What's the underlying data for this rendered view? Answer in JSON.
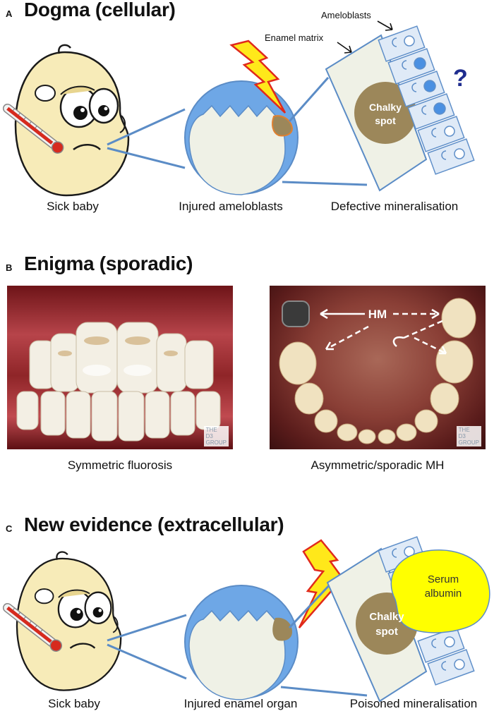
{
  "panel_a": {
    "label": "A",
    "title": "Dogma (cellular)",
    "captions": {
      "left": "Sick baby",
      "middle": "Injured ameloblasts",
      "right": "Defective mineralisation"
    },
    "annotations": {
      "ameloblasts": "Ameloblasts",
      "enamel_matrix": "Enamel matrix",
      "question": "?"
    },
    "spot_line1": "Chalky",
    "spot_line2": "spot"
  },
  "panel_b": {
    "label": "B",
    "title": "Enigma (sporadic)",
    "captions": {
      "left": "Symmetric fluorosis",
      "right": "Asymmetric/sporadic MH"
    },
    "photo_label": "HM",
    "watermark": {
      "line1": "THE",
      "line2": "D3",
      "line3": "GROUP"
    }
  },
  "panel_c": {
    "label": "C",
    "title": "New evidence (extracellular)",
    "captions": {
      "left": "Sick baby",
      "middle": "Injured enamel organ",
      "right": "Poisoned mineralisation"
    },
    "spot_line1": "Chalky",
    "spot_line2": "spot",
    "albumin_line1": "Serum",
    "albumin_line2": "albumin"
  },
  "colors": {
    "enamel_blue": "#6ea7e6",
    "tooth_body": "#eff1e6",
    "chalky_spot": "#9c875a",
    "albumin": "#ffff00",
    "lightning": "#ffe81a",
    "lightning_outline": "#e0291c",
    "cell_fill": "#dfeaf7",
    "cell_outline": "#5f8fc9",
    "connector": "#5b8cc6",
    "question": "#1f2d8f"
  },
  "icons": [
    "baby-face",
    "thermometer",
    "lightning-bolt",
    "tooth-crown",
    "ameloblast-cell",
    "arrow"
  ]
}
